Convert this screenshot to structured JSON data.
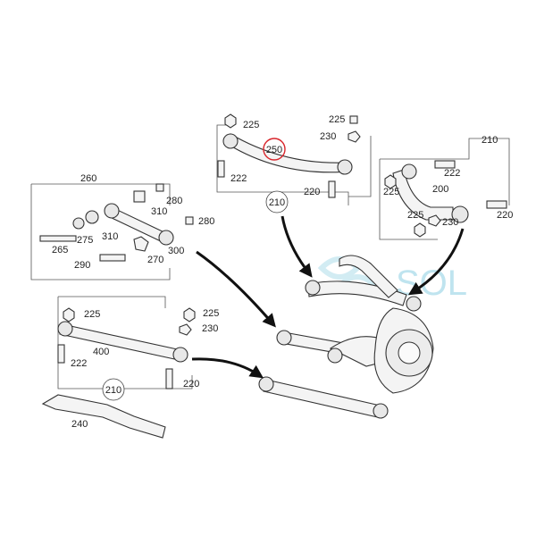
{
  "labels": {
    "p225": "225",
    "p230": "230",
    "p250": "250",
    "p222": "222",
    "p220": "220",
    "p210": "210",
    "p200": "200",
    "p260": "260",
    "p280": "280",
    "p310": "310",
    "p275": "275",
    "p265": "265",
    "p290": "290",
    "p270": "270",
    "p300": "300",
    "p400": "400",
    "p240": "240"
  },
  "watermark": {
    "text": "SOL",
    "color": "#bfe4ef"
  },
  "highlight": {
    "part": "250",
    "color": "#d9262c"
  }
}
